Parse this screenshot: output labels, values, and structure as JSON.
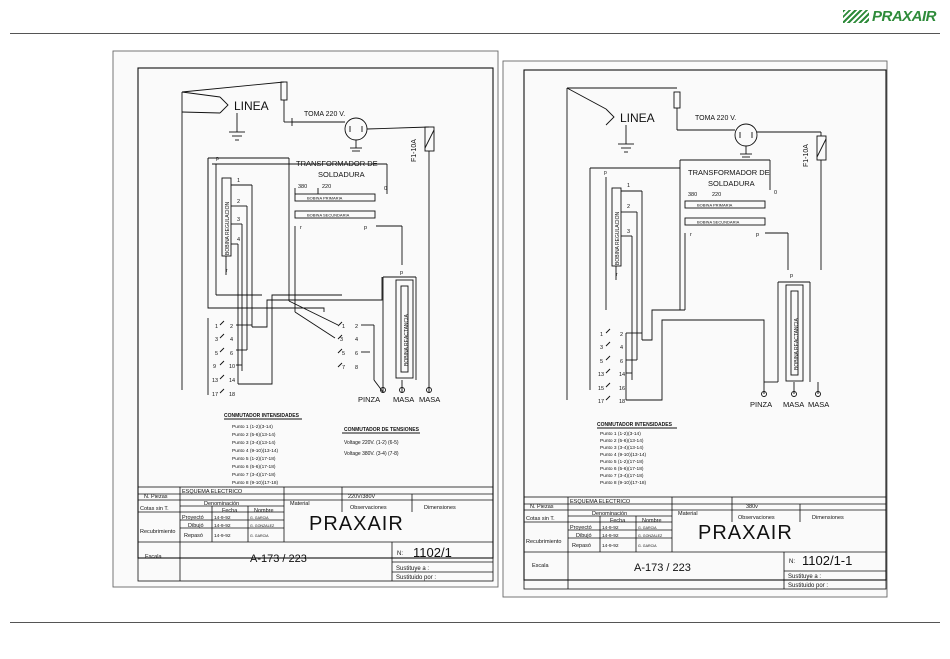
{
  "brand": {
    "logo_text": "PRAXAIR",
    "color": "#2e8b3a"
  },
  "sheets": [
    {
      "linea": "LINEA",
      "toma": "TOMA 220 V.",
      "fuse": "F1-10A",
      "transformer": [
        "TRANSFORMADOR DE",
        "SOLDADURA"
      ],
      "volt_taps": [
        "380",
        "220",
        "0"
      ],
      "bobina_primaria": "BOBINA PRIMARIA",
      "bobina_secundaria": "BOBINA SECUNDARIA",
      "bobina_regulacion": "BOBINA REGULACION",
      "bobina_reactancia": "BOBINA REACTANCIA",
      "terminals": [
        "PINZA",
        "MASA",
        "MASA"
      ],
      "conmutador_intensidades": "CONMUTADOR INTENSIDADES",
      "puntos": [
        "Punto 1 (1-2)(3-14)",
        "Punto 2 (5-6)(13-14)",
        "Punto 3 (3-4)(13-14)",
        "Punto 4 (9-10)(13-14)",
        "Punto 5 (1-2)(17-18)",
        "Punto 6 (5-6)(17-18)",
        "Punto 7 (3-4)(17-18)",
        "Punto 8 (9-10)(17-18)"
      ],
      "conmutador_tensiones": "CONMUTADOR DE TENSIONES",
      "voltajes": [
        "Voltage 220V. (1-2) (6-5)",
        "Voltage 380V. (3-4) (7-8)"
      ],
      "title_block": {
        "esquema": "ESQUEMA ELECTRICO",
        "voltage": "220V/380V",
        "n_piezas": "N. Piezas",
        "denominacion": "Denominación",
        "material": "Material",
        "observaciones": "Observaciones",
        "dimensiones": "Dimensiones",
        "cotas": "Cotas sin T.",
        "recubrimiento": "Recubrimiento",
        "escala": "Escala",
        "fecha": "Fecha",
        "nombre": "Nombre",
        "rows": [
          [
            "Proyectó",
            "14-9-92",
            "G. GARCIA"
          ],
          [
            "Dibujó",
            "14-9-92",
            "G. GONZALEZ"
          ],
          [
            "Repasó",
            "14-9-92",
            "G. GARCIA"
          ]
        ],
        "praxair": "PRAXAIR",
        "model": "A-173 / 223",
        "numero": "1102/1",
        "n_label": "N:",
        "sustituye": "Sustituye a :",
        "sustituido": "Sustituido por :"
      }
    },
    {
      "linea": "LINEA",
      "toma": "TOMA 220 V.",
      "fuse": "F1-10A",
      "transformer": [
        "TRANSFORMADOR DE",
        "SOLDADURA"
      ],
      "volt_taps": [
        "380",
        "220",
        "0"
      ],
      "bobina_primaria": "BOBINA PRIMARIA",
      "bobina_secundaria": "BOBINA SECUNDARIA",
      "bobina_regulacion": "BOBINA REGULACION",
      "bobina_reactancia": "BOBINA REACTANCIA",
      "terminals": [
        "PINZA",
        "MASA",
        "MASA"
      ],
      "conmutador_intensidades": "CONMUTADOR INTENSIDADES",
      "puntos": [
        "Punto 1 (1-2)(3-14)",
        "Punto 2 (5-6)(13-14)",
        "Punto 3 (3-4)(13-14)",
        "Punto 4 (9-10)(13-14)",
        "Punto 5 (1-2)(17-18)",
        "Punto 6 (5-6)(17-18)",
        "Punto 7 (3-4)(17-18)",
        "Punto 8 (9-10)(17-18)"
      ],
      "title_block": {
        "esquema": "ESQUEMA ELECTRICO",
        "voltage": "380v",
        "n_piezas": "N. Piezas",
        "denominacion": "Denominación",
        "material": "Material",
        "observaciones": "Observaciones",
        "dimensiones": "Dimensiones",
        "cotas": "Cotas sin T.",
        "recubrimiento": "Recubrimiento",
        "escala": "Escala",
        "fecha": "Fecha",
        "nombre": "Nombre",
        "rows": [
          [
            "Proyectó",
            "14-9-92",
            "G. GARCIA"
          ],
          [
            "Dibujó",
            "14-9-92",
            "G. GONZALEZ"
          ],
          [
            "Repasó",
            "14-9-92",
            "G. GARCIA"
          ]
        ],
        "praxair": "PRAXAIR",
        "model": "A-173 / 223",
        "numero": "1102/1-1",
        "n_label": "N:",
        "sustituye": "Sustituye a :",
        "sustituido": "Sustituido por :"
      }
    }
  ]
}
